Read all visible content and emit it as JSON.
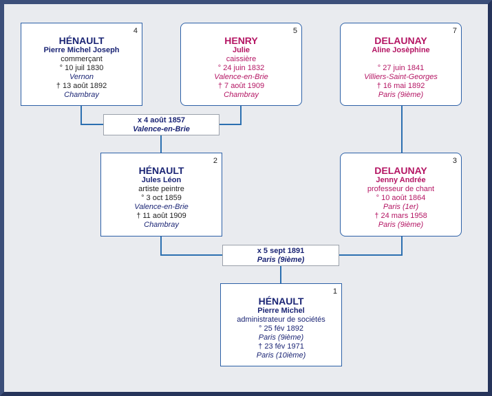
{
  "persons": {
    "p4": {
      "num": "4",
      "surname": "HÉNAULT",
      "given": "Pierre Michel Joseph",
      "occupation": "commerçant",
      "birth": "° 10 juil 1830",
      "birth_place": "Vernon",
      "death": "† 13 août 1892",
      "death_place": "Chambray"
    },
    "p5": {
      "num": "5",
      "surname": "HENRY",
      "given": "Julie",
      "occupation": "caissière",
      "birth": "° 24 juin 1832",
      "birth_place": "Valence-en-Brie",
      "death": "† 7 août 1909",
      "death_place": "Chambray"
    },
    "p7": {
      "num": "7",
      "surname": "DELAUNAY",
      "given": "Aline Josèphine",
      "occupation": "",
      "birth": "° 27 juin 1841",
      "birth_place": "Villiers-Saint-Georges",
      "death": "† 16 mai 1892",
      "death_place": "Paris (9ième)"
    },
    "p2": {
      "num": "2",
      "surname": "HÉNAULT",
      "given": "Jules Léon",
      "occupation": "artiste peintre",
      "birth": "° 3 oct 1859",
      "birth_place": "Valence-en-Brie",
      "death": "† 11 août 1909",
      "death_place": "Chambray"
    },
    "p3": {
      "num": "3",
      "surname": "DELAUNAY",
      "given": "Jenny Andrée",
      "occupation": "professeur de chant",
      "birth": "° 10 août 1864",
      "birth_place": "Paris (1er)",
      "death": "† 24 mars 1958",
      "death_place": "Paris (9ième)"
    },
    "p1": {
      "num": "1",
      "surname": "HÉNAULT",
      "given": "Pierre Michel",
      "occupation": "administrateur de sociétés",
      "birth": "° 25 fév 1892",
      "birth_place": "Paris (9ième)",
      "death": "† 23 fév 1971",
      "death_place": "Paris (10ième)"
    }
  },
  "marriages": {
    "m1": {
      "date": "x 4 août 1857",
      "place": "Valence-en-Brie"
    },
    "m2": {
      "date": "x 5 sept 1891",
      "place": "Paris (9ième)"
    }
  },
  "colors": {
    "male": "#1a2474",
    "female": "#b41563",
    "link": "#2b6fb0",
    "frame": "#3c4f7a",
    "background": "#e9ebef"
  }
}
